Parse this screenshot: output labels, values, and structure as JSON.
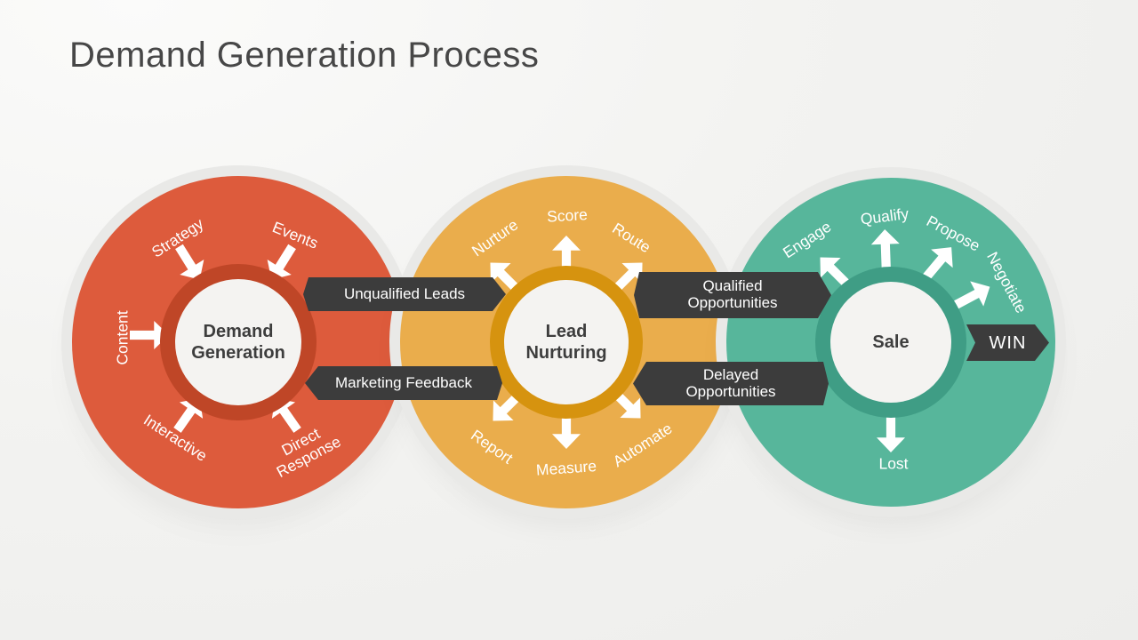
{
  "title": "Demand Generation Process",
  "circles": [
    {
      "name": "Demand Generation",
      "color": "#dd5b3c",
      "ring_color": "#bf4627",
      "arrow_direction": "inward",
      "spokes": [
        "Strategy",
        "Events",
        "Content",
        "Interactive",
        "Direct Response"
      ]
    },
    {
      "name": "Lead Nurturing",
      "color": "#eaad4c",
      "ring_color": "#d6930f",
      "arrow_direction": "outward",
      "spokes": [
        "Nurture",
        "Score",
        "Route",
        "Report",
        "Measure",
        "Automate"
      ]
    },
    {
      "name": "Sale",
      "color": "#57b69b",
      "ring_color": "#3f9d85",
      "arrow_direction": "outward",
      "spokes": [
        "Engage",
        "Qualify",
        "Propose",
        "Negotiate",
        "Lost"
      ]
    }
  ],
  "banners": [
    {
      "label": "Unqualified Leads",
      "direction": "right",
      "from": "Demand Generation",
      "to": "Lead Nurturing"
    },
    {
      "label": "Marketing Feedback",
      "direction": "left",
      "from": "Lead Nurturing",
      "to": "Demand Generation"
    },
    {
      "label": "Qualified Opportunities",
      "direction": "right",
      "from": "Lead Nurturing",
      "to": "Sale"
    },
    {
      "label": "Delayed Opportunities",
      "direction": "left",
      "from": "Sale",
      "to": "Lead Nurturing"
    },
    {
      "label": "WIN",
      "direction": "right",
      "from": "Sale"
    }
  ],
  "colors": {
    "background": "#f3f3f1",
    "banner": "#3c3c3c",
    "hub_fill": "#f4f3f1",
    "hub_text": "#3d3d3d",
    "spoke_text": "#ffffff",
    "title_text": "#474747"
  }
}
